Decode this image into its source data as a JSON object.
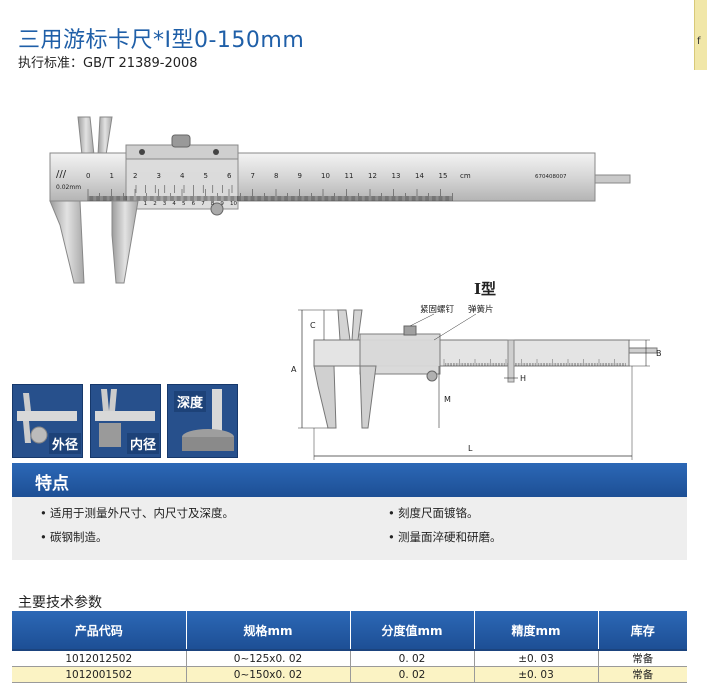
{
  "header": {
    "title": "三用游标卡尺*I型0-150mm",
    "standard": "执行标准：GB/T 21389-2008"
  },
  "caliper": {
    "brand": "///",
    "resolution_label": "0.02mm",
    "main_scale": [
      "0",
      "1",
      "2",
      "3",
      "4",
      "5",
      "6",
      "7",
      "8",
      "9",
      "10",
      "11",
      "12",
      "13",
      "14",
      "15"
    ],
    "unit": "cm",
    "model_code": "670408007",
    "vernier_scale": [
      "0",
      "1",
      "2",
      "3",
      "4",
      "5",
      "6",
      "7",
      "8",
      "9",
      "10"
    ]
  },
  "diagram": {
    "type_label": "I型",
    "callout_screw": "紧固螺钉",
    "callout_spring": "弹簧片",
    "dim_a": "A",
    "dim_b": "B",
    "dim_c": "C",
    "dim_h": "H",
    "dim_m": "M",
    "dim_l": "L"
  },
  "thumbnails": [
    {
      "label": "外径"
    },
    {
      "label": "内径"
    },
    {
      "label": "深度"
    }
  ],
  "features": {
    "title": "特点",
    "items": [
      "适用于测量外尺寸、内尺寸及深度。",
      "刻度尺面镀铬。",
      "碳钢制造。",
      "测量面淬硬和研磨。"
    ]
  },
  "specs": {
    "title": "主要技术参数",
    "columns": [
      "产品代码",
      "规格mm",
      "分度值mm",
      "精度mm",
      "库存"
    ],
    "rows": [
      [
        "1012012502",
        "0~125x0. 02",
        "0. 02",
        "±0. 03",
        "常备"
      ],
      [
        "1012001502",
        "0~150x0. 02",
        "0. 02",
        "±0. 03",
        "常备"
      ]
    ]
  },
  "colors": {
    "title_blue": "#1f5fa8",
    "band_blue": "#1d4f95",
    "row_highlight": "#fbf3c4",
    "feature_bg": "#eeeeee"
  }
}
